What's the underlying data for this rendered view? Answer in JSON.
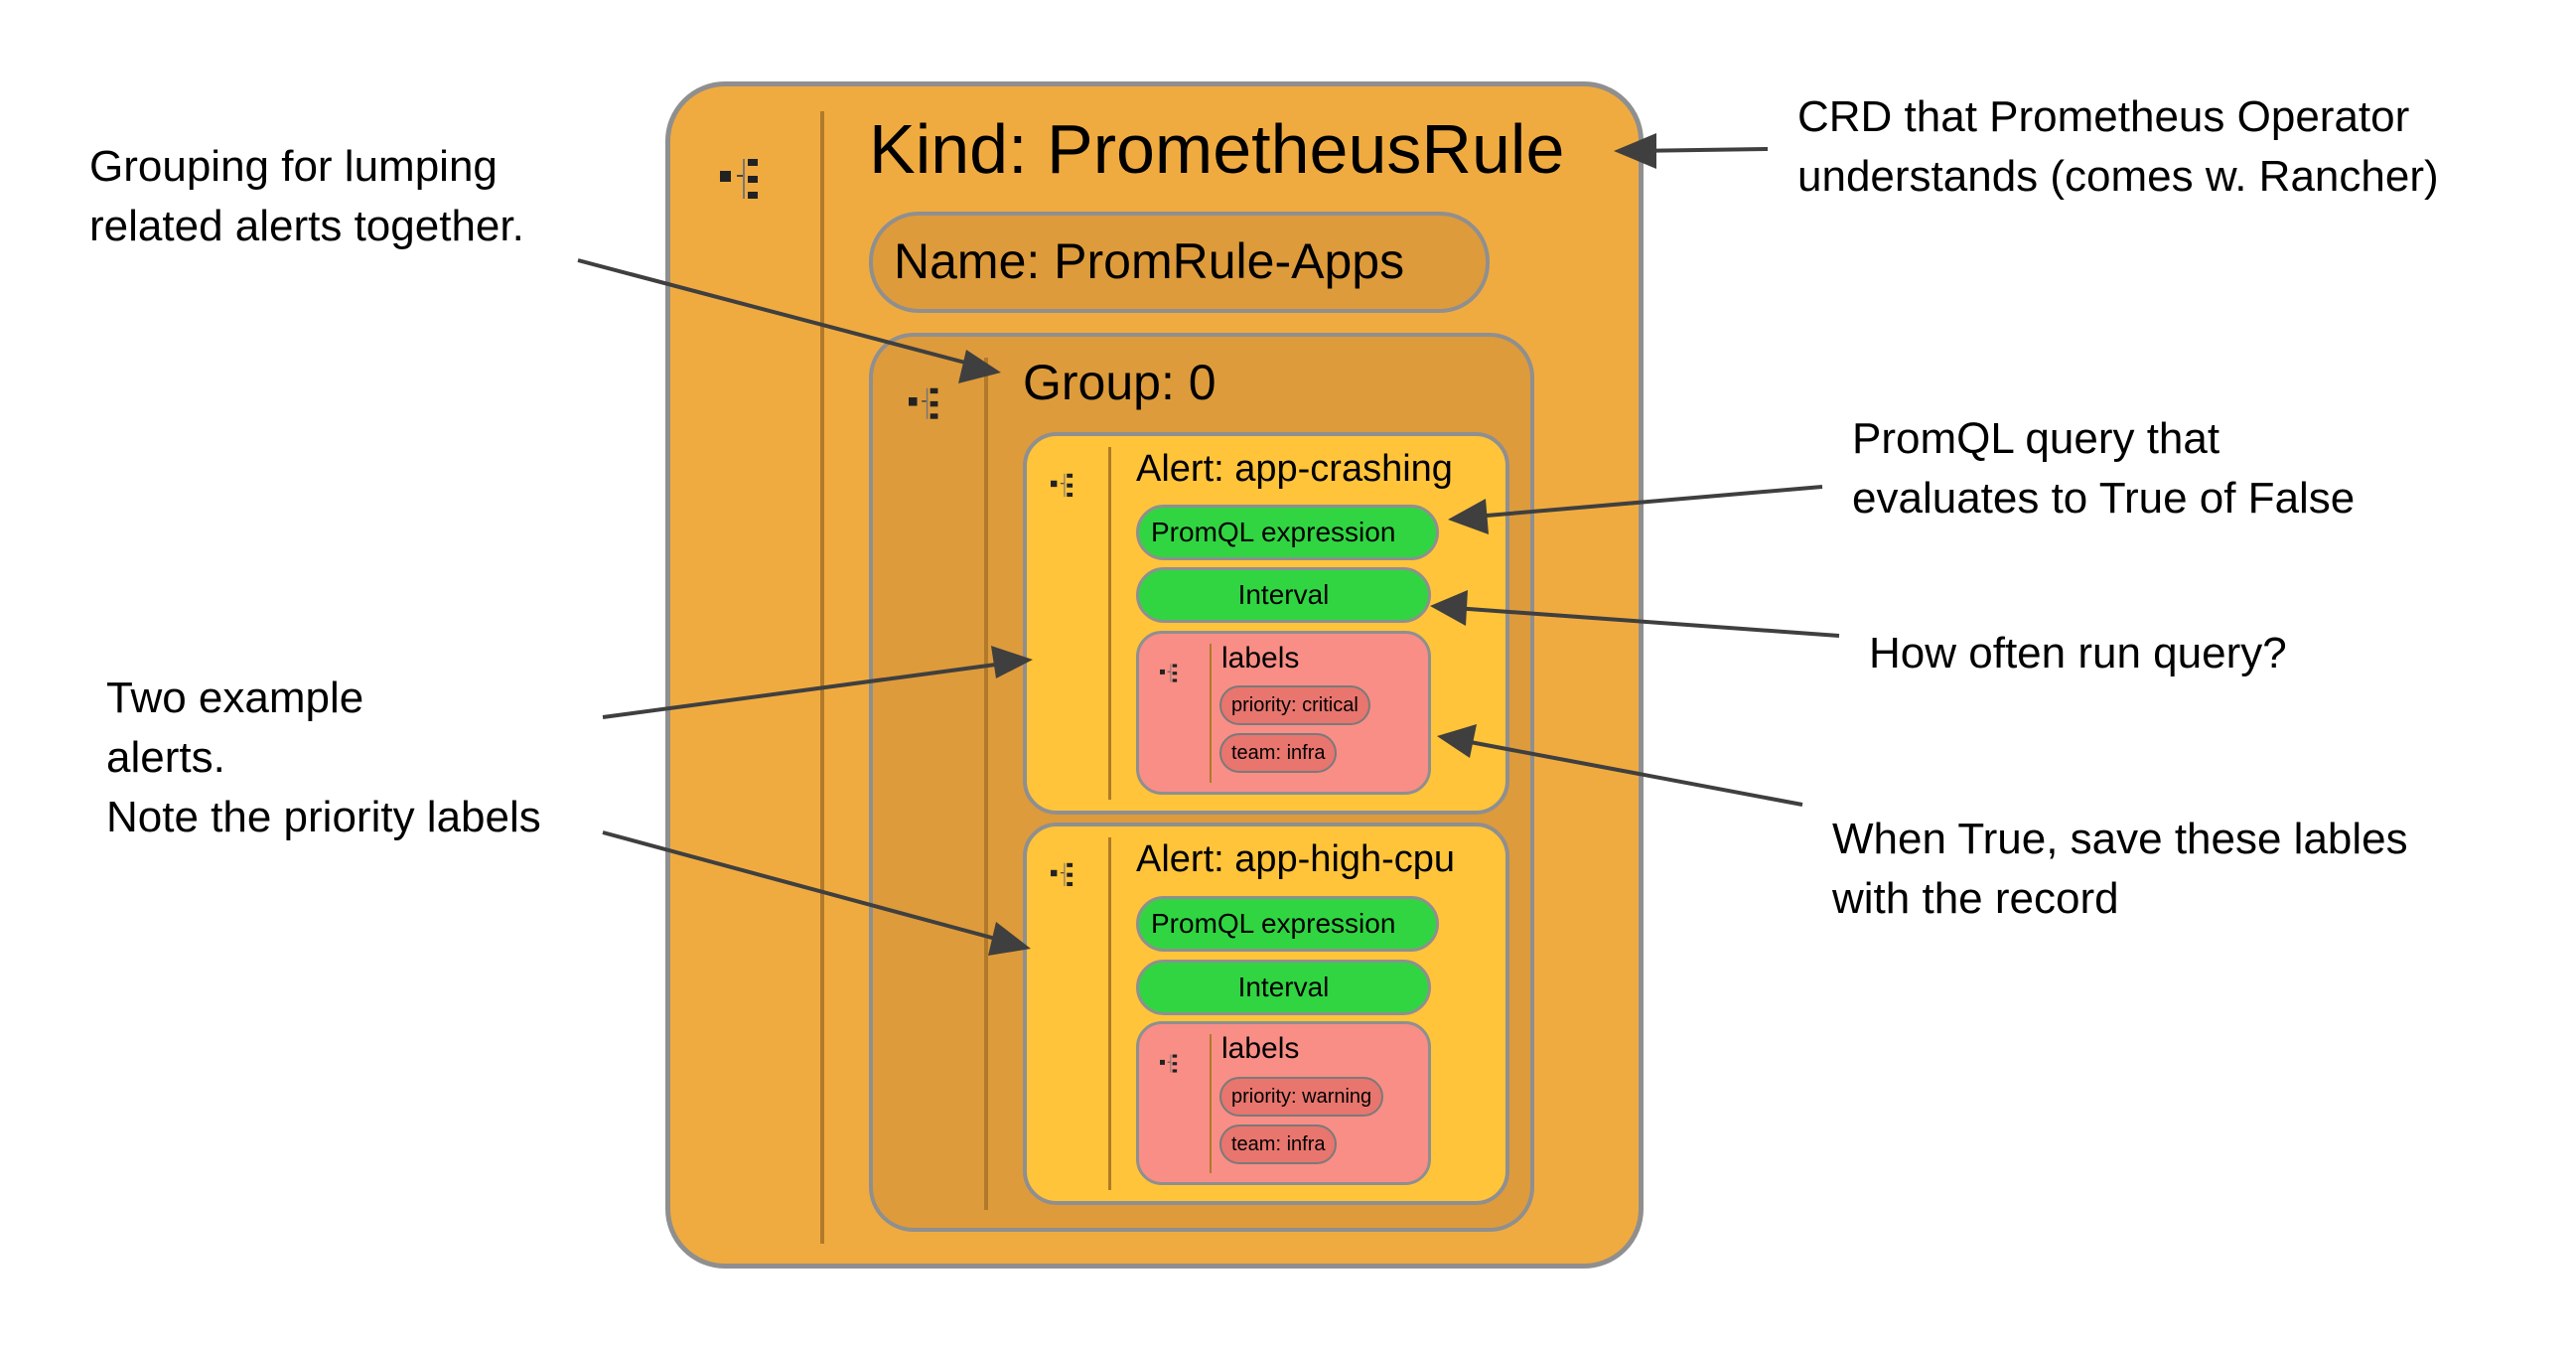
{
  "kind": {
    "title": "Kind: PrometheusRule"
  },
  "name": {
    "label": "Name: PromRule-Apps"
  },
  "group": {
    "label": "Group: 0"
  },
  "alerts": [
    {
      "title": "Alert: app-crashing",
      "expression": "PromQL expression",
      "interval": "Interval",
      "labels_title": "labels",
      "labels": [
        "priority: critical",
        "team: infra"
      ]
    },
    {
      "title": "Alert: app-high-cpu",
      "expression": "PromQL expression",
      "interval": "Interval",
      "labels_title": "labels",
      "labels": [
        "priority: warning",
        "team: infra"
      ]
    }
  ],
  "annotations": {
    "crd": [
      "CRD that Prometheus Operator",
      "understands (comes w. Rancher)"
    ],
    "grouping": [
      "Grouping for lumping",
      "related alerts together."
    ],
    "promql": [
      "PromQL query that",
      "evaluates to True of False"
    ],
    "how_often": [
      "How often run query?"
    ],
    "two_alerts": [
      "Two example",
      "alerts.",
      "Note the priority labels"
    ],
    "when_true": [
      "When True, save these lables",
      "with the record"
    ]
  },
  "icons": [
    "tree-structure-icon"
  ],
  "colors": {
    "kind_fill": "#F0AB40",
    "group_fill": "#DE9B3B",
    "alert_fill": "#FFC43A",
    "expression_fill": "#31D542",
    "labels_fill": "#F88E86",
    "tag_fill": "#E8756E"
  }
}
